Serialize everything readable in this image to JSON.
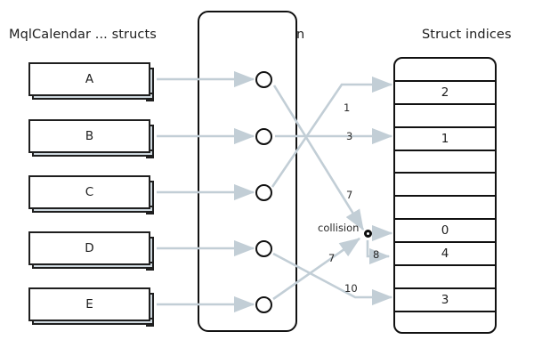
{
  "columns": {
    "structs_title": "MqlCalendar ... structs",
    "hash_title": "Hash-function",
    "indices_title": "Struct indices"
  },
  "structs": [
    {
      "label": "A"
    },
    {
      "label": "B"
    },
    {
      "label": "C"
    },
    {
      "label": "D"
    },
    {
      "label": "E"
    }
  ],
  "hash_nodes": [
    {
      "name": "node-a"
    },
    {
      "name": "node-b"
    },
    {
      "name": "node-c"
    },
    {
      "name": "node-d"
    },
    {
      "name": "node-e"
    }
  ],
  "index_table": {
    "rows": [
      {
        "value": ""
      },
      {
        "value": "2"
      },
      {
        "value": ""
      },
      {
        "value": "1"
      },
      {
        "value": ""
      },
      {
        "value": ""
      },
      {
        "value": ""
      },
      {
        "value": "0"
      },
      {
        "value": "4"
      },
      {
        "value": ""
      },
      {
        "value": "3"
      },
      {
        "value": ""
      }
    ]
  },
  "edge_labels": {
    "one": "1",
    "three": "3",
    "seven_top": "7",
    "seven_bottom": "7",
    "eight": "8",
    "ten": "10",
    "collision": "collision"
  },
  "colors": {
    "arrow": "#c2ced6",
    "outline": "#111111",
    "box_shadow": "#ced8de",
    "text": "#1d1d1d",
    "background": "#ffffff"
  }
}
